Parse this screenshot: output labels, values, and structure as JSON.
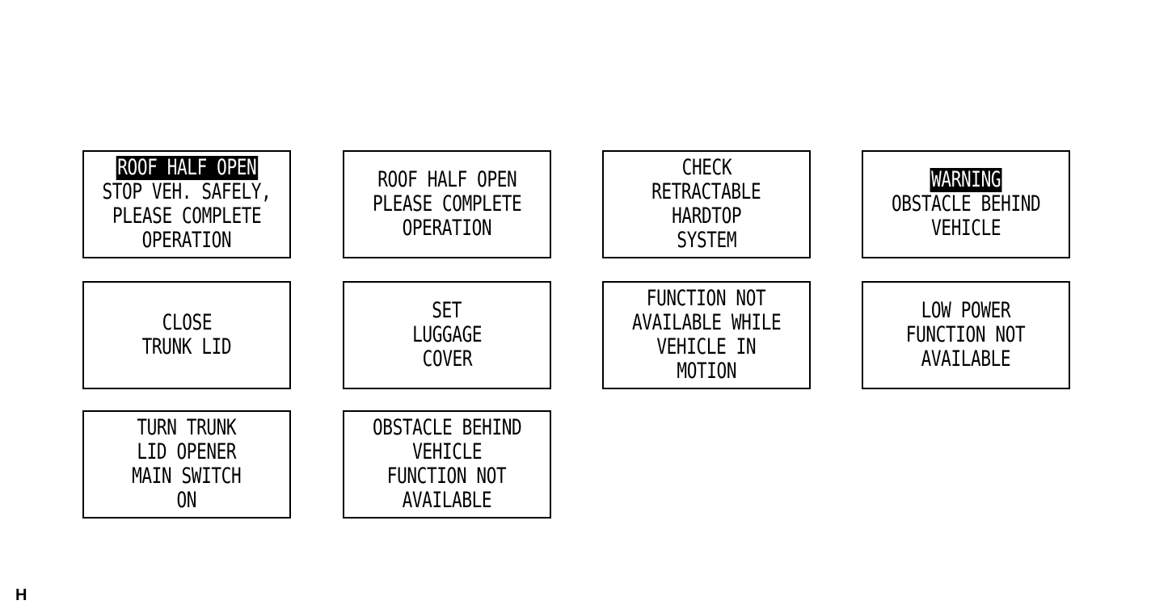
{
  "panels": [
    {
      "lines": [
        {
          "text": "ROOF HALF OPEN",
          "inverse": true
        },
        {
          "text": "STOP VEH. SAFELY,"
        },
        {
          "text": "PLEASE COMPLETE"
        },
        {
          "text": "OPERATION"
        }
      ]
    },
    {
      "lines": [
        {
          "text": "ROOF HALF OPEN"
        },
        {
          "text": "PLEASE COMPLETE"
        },
        {
          "text": "OPERATION"
        }
      ]
    },
    {
      "lines": [
        {
          "text": "CHECK"
        },
        {
          "text": "RETRACTABLE"
        },
        {
          "text": "HARDTOP"
        },
        {
          "text": "SYSTEM"
        }
      ]
    },
    {
      "lines": [
        {
          "text": "WARNING",
          "inverse": true
        },
        {
          "text": "OBSTACLE BEHIND"
        },
        {
          "text": "VEHICLE"
        }
      ]
    },
    {
      "lines": [
        {
          "text": "CLOSE"
        },
        {
          "text": "TRUNK LID"
        }
      ]
    },
    {
      "lines": [
        {
          "text": "SET"
        },
        {
          "text": "LUGGAGE"
        },
        {
          "text": "COVER"
        }
      ]
    },
    {
      "lines": [
        {
          "text": "FUNCTION NOT"
        },
        {
          "text": "AVAILABLE WHILE"
        },
        {
          "text": "VEHICLE IN"
        },
        {
          "text": "MOTION"
        }
      ]
    },
    {
      "lines": [
        {
          "text": "LOW POWER"
        },
        {
          "text": "FUNCTION NOT"
        },
        {
          "text": "AVAILABLE"
        }
      ]
    },
    {
      "lines": [
        {
          "text": "TURN TRUNK"
        },
        {
          "text": "LID OPENER"
        },
        {
          "text": "MAIN SWITCH"
        },
        {
          "text": "ON"
        }
      ]
    },
    {
      "lines": [
        {
          "text": "OBSTACLE BEHIND"
        },
        {
          "text": "VEHICLE"
        },
        {
          "text": "FUNCTION NOT"
        },
        {
          "text": "AVAILABLE"
        }
      ]
    }
  ],
  "corner_label": "H"
}
